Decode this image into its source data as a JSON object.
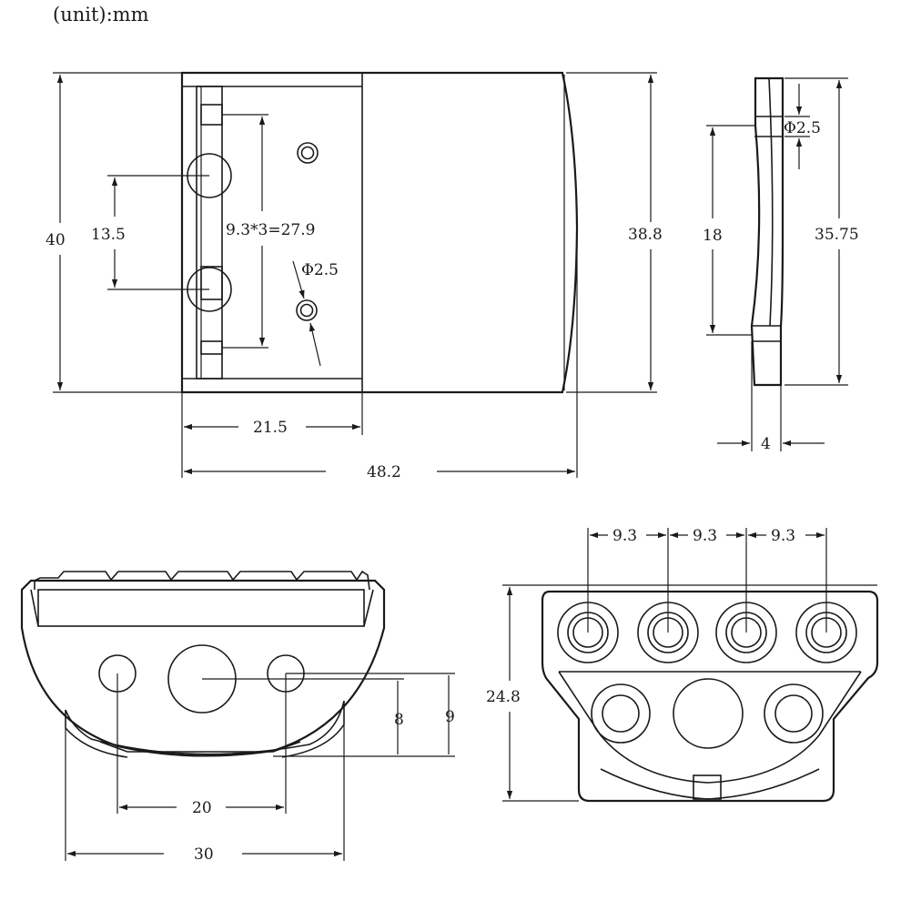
{
  "header": {
    "unit_label": "(unit):mm"
  },
  "top_view": {
    "height_total": "40",
    "pin_spacing": "13.5",
    "pitch_total": "9.3*3=27.9",
    "hole_diameter": "Φ2.5",
    "inner_height": "38.8",
    "body_width": "21.5",
    "overall_width": "48.2"
  },
  "side_view": {
    "hole_diameter": "Φ2.5",
    "hole_spacing": "18",
    "height": "35.75",
    "thickness": "4"
  },
  "front_view": {
    "height_small": "8",
    "height_large": "9",
    "hole_spacing": "20",
    "width": "30"
  },
  "end_view": {
    "pitch_1": "9.3",
    "pitch_2": "9.3",
    "pitch_3": "9.3",
    "height": "24.8"
  }
}
